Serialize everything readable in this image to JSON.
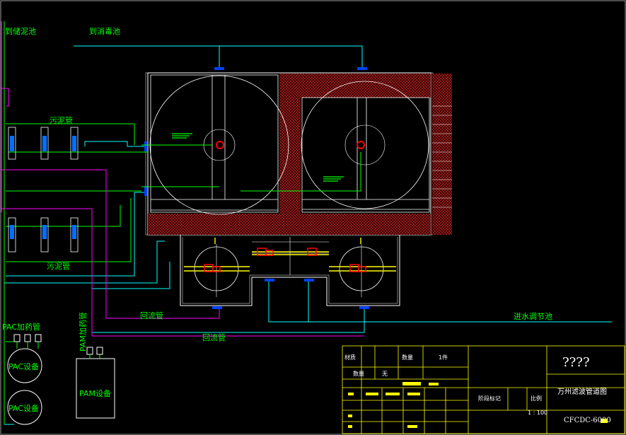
{
  "labels": {
    "to_sludge": "到储泥池",
    "to_disinfect": "到消毒池",
    "sludge_top": "污泥管",
    "sludge_bottom": "污泥管",
    "return1": "回流管",
    "return2": "回流管",
    "inlet": "进水调节池",
    "pac_dosing_pipe": "PAC加药管",
    "pam_dosing_pipe": "PAM加药管",
    "pac_equipment_1": "PAC设备",
    "pac_equipment_2": "PAC设备",
    "pam_equipment": "PAM设备"
  },
  "title_block": {
    "material_label": "材质",
    "quantity_label": "数量",
    "quantity_value": "1件",
    "count_label": "数量",
    "none_label": "无",
    "stage_label": "阶段标记",
    "scale_label": "比例",
    "scale_value": "1 : 100",
    "company": "????",
    "drawing_title": "万州滤波管道图",
    "drawing_number": "CFCDC-6000"
  },
  "colors": {
    "background": "#000000",
    "equipment": "#ffffff",
    "water_pipe": "#00ffff",
    "sludge_pipe": "#00ff00",
    "return_pipe": "#ff00ff",
    "dosing_pipe": "#00ff00",
    "valve": "#ff0000",
    "highlight": "#ffff00",
    "title_block": "#ffff00",
    "hatch": "#b22222"
  }
}
